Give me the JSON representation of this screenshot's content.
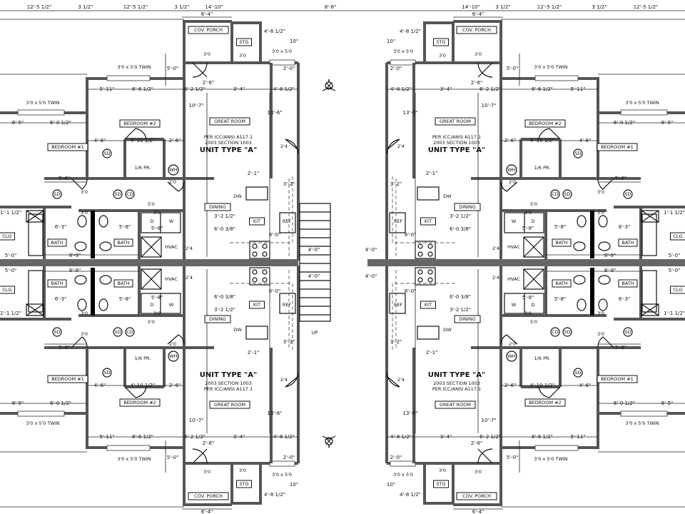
{
  "drawing": {
    "overall_dimensions": [
      "12'-5 1/2\"",
      "3 1/2\"",
      "12'-5 1/2\"",
      "3 1/2\"",
      "14'-10\"",
      "8'-8\"",
      "14'-10\"",
      "3 1/2\"",
      "12'-5 1/2\"",
      "3 1/2\"",
      "12'-5 1/2\""
    ],
    "unit": {
      "type_title": "UNIT TYPE \"A\"",
      "code_line_1": "PER ICC/ANSI A117.1",
      "code_line_2": "2003 SECTION 1003",
      "rooms": {
        "porch": "COV. PORCH",
        "storage": "STG",
        "great_room": "GREAT ROOM",
        "bedroom_1": "BEDROOM #1",
        "bedroom_2": "BEDROOM #2",
        "closet": "CLG",
        "bath_1": "BATH",
        "bath_2": "BATH",
        "kitchen": "KIT",
        "dining": "DINING",
        "linen": "1/6 PR.",
        "water_heater": "WH",
        "dishwasher": "DW",
        "refrigerator": "REF",
        "dryer": "D",
        "washer": "W",
        "hvac": "HVAC"
      },
      "windows": [
        "3'0 x 5'0 TWIN",
        "3'0 x 5'0 TWIN",
        "3'0 x 5'0"
      ],
      "doors": [
        "3'0",
        "3'0",
        "3'0",
        "3'0",
        "3'0",
        "2'0",
        "2'4",
        "5'0",
        "2'4"
      ],
      "devices": [
        "SD",
        "SD",
        "SD",
        "CD"
      ],
      "dimensions": [
        "6'-4\"",
        "5'-0\"",
        "4'-8 1/2\"",
        "10\"",
        "2'-6\"",
        "5'-11\"",
        "6'-6 1/2\"",
        "6'-2 1/2\"",
        "3'-4\"",
        "4'-8 1/2\"",
        "2'-0\"",
        "6'-5\"",
        "6'-0 1/2\"",
        "4'-6\"",
        "4'-10 1/2\"",
        "2'-6\"",
        "13'-6\"",
        "10'-7\"",
        "5'-6\"",
        "6'-3\"",
        "5'-8\"",
        "8'-9\"",
        "5'-0\"",
        "1'-1 1/2\"",
        "3'-2 1/2\"",
        "6'-0 3/8\"",
        "8'-0\"",
        "3'-2\"",
        "2'-1\"",
        "5'-8\"",
        "4'-0\""
      ]
    },
    "stair_label": "UP",
    "north_arrow_icon": "north-arrow"
  }
}
